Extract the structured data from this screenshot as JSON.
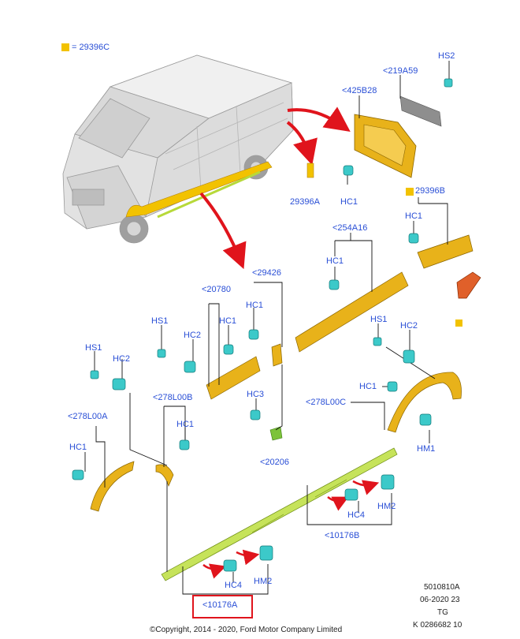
{
  "legend": {
    "text": "= 29396C",
    "swatch_color": "#f2c200"
  },
  "colors": {
    "label": "#2a4fd6",
    "part": "#e8b21a",
    "part_dark": "#b8860b",
    "clip": "#3cc9c9",
    "arrow": "#e0141c",
    "sill": "#b7d93a",
    "van": "#c8c8c8"
  },
  "labels": {
    "hs2": "HS2",
    "p219a59": "<219A59",
    "p425b28": "<425B28",
    "p29396a": "29396A",
    "hc1_top": "HC1",
    "p29396b": "29396B",
    "hc1_b": "HC1",
    "p254a16": "<254A16",
    "hc1_c": "HC1",
    "p29426": "<29426",
    "p20780": "<20780",
    "hc1_d": "HC1",
    "hc1_e": "HC1",
    "hs1_a": "HS1",
    "hc2_a": "HC2",
    "hs1_b": "HS1",
    "hc2_b": "HC2",
    "hs1_c": "HS1",
    "hc2_c": "HC2",
    "p278l00b": "<278L00B",
    "hc1_f": "HC1",
    "hc3": "HC3",
    "p20206": "<20206",
    "p278l00a": "<278L00A",
    "hc1_g": "HC1",
    "p278l00c": "<278L00C",
    "hc1_h": "HC1",
    "hm1": "HM1",
    "hc4_a": "HC4",
    "hm2_a": "HM2",
    "p10176b": "<10176B",
    "hc4_b": "HC4",
    "hm2_b": "HM2",
    "p10176a": "<10176A"
  },
  "meta": {
    "code": "5010810A",
    "date": "06-2020 23",
    "tg": "TG",
    "kref": "K 0286682 10",
    "copyright": "©Copyright, 2014 - 2020, Ford Motor Company Limited"
  }
}
